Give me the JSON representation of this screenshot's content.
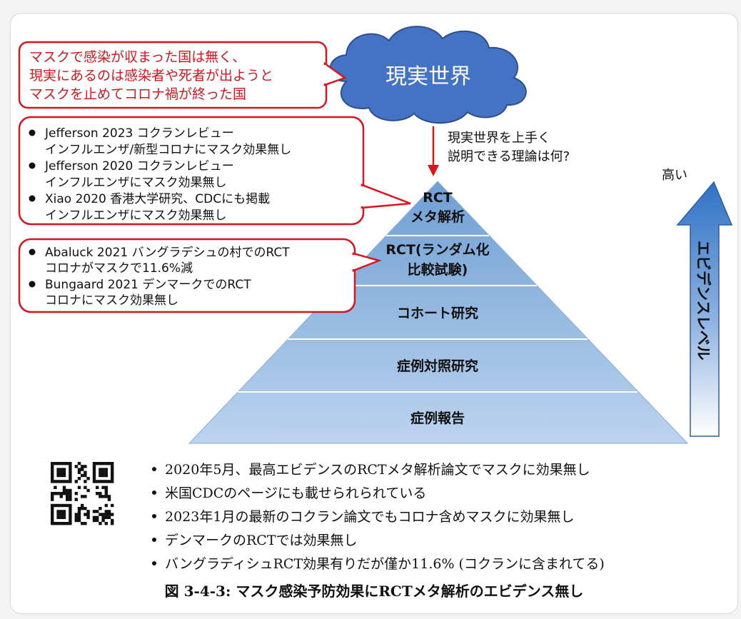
{
  "cloud": {
    "label": "現実世界",
    "note_lines": [
      "マスクで感染が収まった国は無く、",
      "現実にあるのは感染者や死者が出ようと",
      "マスクを止めてコロナ禍が終った国"
    ]
  },
  "question_lines": [
    "現実世界を上手く",
    "説明できる理論は何?"
  ],
  "callout_meta": [
    {
      "bullet": "Jefferson 2023 コクランレビュー",
      "sub": "インフルエンザ/新型コロナにマスク効果無し"
    },
    {
      "bullet": "Jefferson 2020 コクランレビュー",
      "sub": "インフルエンザにマスク効果無し"
    },
    {
      "bullet": "Xiao 2020 香港大学研究、CDCにも掲載",
      "sub": "インフルエンザにマスク効果無し"
    }
  ],
  "callout_rct": [
    {
      "bullet": "Abaluck 2021 バングラデシュの村でのRCT",
      "sub": "コロナがマスクで11.6%減"
    },
    {
      "bullet": "Bungaard 2021 デンマークでのRCT",
      "sub": "コロナにマスク効果無し"
    }
  ],
  "pyramid": {
    "levels": [
      {
        "lines": [
          "RCT",
          "メタ解析"
        ]
      },
      {
        "lines": [
          "RCT(ランダム化",
          "比較試験)"
        ]
      },
      {
        "lines": [
          "コホート研究"
        ]
      },
      {
        "lines": [
          "症例対照研究"
        ]
      },
      {
        "lines": [
          "症例報告"
        ]
      }
    ]
  },
  "evidence_arrow": {
    "top_label": "高い",
    "label": "エビデンスレベル"
  },
  "summary_bullets": [
    "2020年5月、最高エビデンスのRCTメタ解析論文でマスクに効果無し",
    "米国CDCのページにも載せられられている",
    "2023年1月の最新のコクラン論文でもコロナ含めマスクに効果無し",
    "デンマークのRCTでは効果無し",
    "バングラディシュRCT効果有りだが僅か11.6% (コクランに含まれてる)"
  ],
  "caption": "図 3-4-3: マスク感染予防効果にRCTメタ解析のエビデンス無し",
  "colors": {
    "red": "#d8141c",
    "cloud": "#4472c4",
    "pyramid_top": "#6f9fd4",
    "pyramid_bottom": "#bcd3ee",
    "arrow_top": "#2f72c4",
    "arrow_bottom": "#ffffff"
  }
}
